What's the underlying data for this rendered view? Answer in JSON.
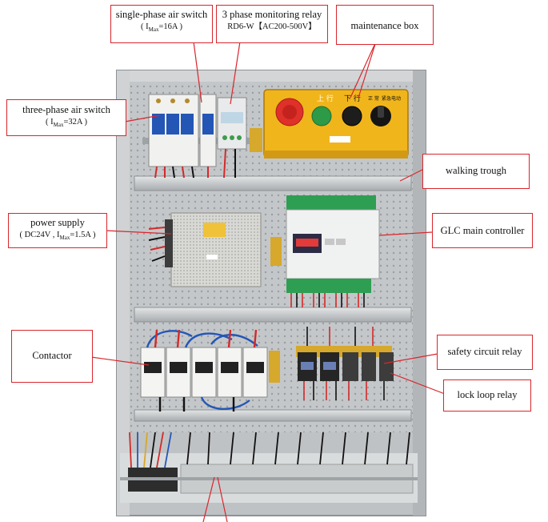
{
  "labels": {
    "single_phase_switch": {
      "title": "single-phase air switch",
      "spec": "( I",
      "spec_sub": "Max",
      "spec_tail": "=16A )"
    },
    "monitoring_relay": {
      "title": "3 phase monitoring relay",
      "spec": "RD6-W【AC200-500V】"
    },
    "maintenance_box": {
      "title": "maintenance box"
    },
    "three_phase_switch": {
      "title": "three-phase air switch",
      "spec": "( I",
      "spec_sub": "Max",
      "spec_tail": "=32A )"
    },
    "walking_trough": {
      "title": "walking trough"
    },
    "power_supply": {
      "title": "power supply",
      "spec": "( DC24V , I",
      "spec_sub": "Max",
      "spec_tail": "=1.5A )"
    },
    "glc_controller": {
      "title": "GLC  main controller"
    },
    "contactor": {
      "title": "Contactor"
    },
    "safety_relay": {
      "title": "safety circuit relay"
    },
    "lock_relay": {
      "title": "lock loop relay"
    }
  },
  "box_text": {
    "up": "上 行",
    "down": "下 行",
    "normal": "正 常",
    "emergency": "紧急电动"
  },
  "colors": {
    "callout": "#d9262c",
    "panel": "#c9ccce",
    "box": "#f1b51c",
    "stop": "#e0302a",
    "go": "#2c9a47"
  }
}
